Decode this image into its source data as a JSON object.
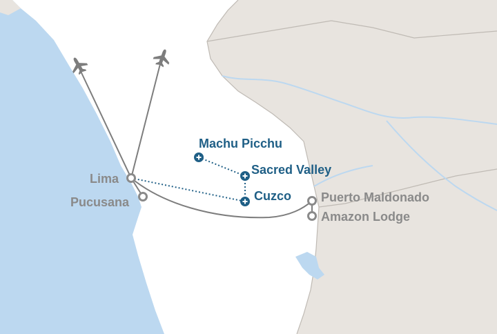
{
  "colors": {
    "ocean": "#bcd8f0",
    "land_focus": "#ffffff",
    "land_neighbor": "#e8e4df",
    "border": "#bfbab4",
    "river": "#bcd8f0",
    "route_gray": "#7d7d7d",
    "route_blue": "#1f5f86",
    "label_gray": "#8a8a8a",
    "label_blue": "#1f5f86"
  },
  "icons": {
    "flight": "airplane-icon",
    "stop": "ring-marker-icon",
    "highlight": "plus-marker-icon"
  },
  "places": {
    "lima": "Lima",
    "pucusana": "Pucusana",
    "machu_picchu": "Machu Picchu",
    "sacred_valley": "Sacred Valley",
    "cuzco": "Cuzco",
    "puerto_maldonado": "Puerto Maldonado",
    "amazon_lodge": "Amazon Lodge"
  }
}
